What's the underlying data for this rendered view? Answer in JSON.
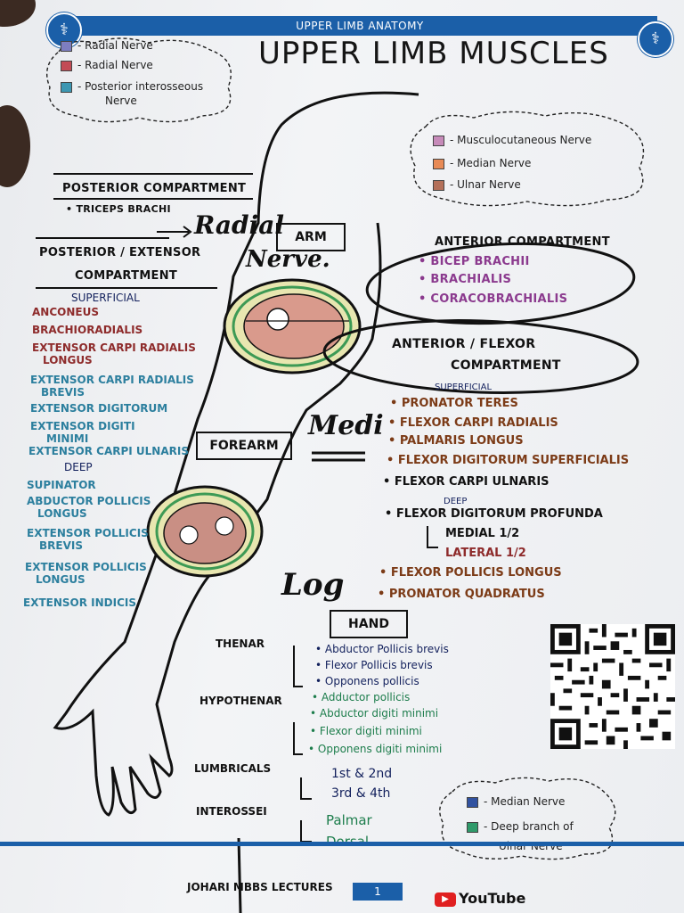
{
  "header": {
    "bar_title": "UPPER LIMB ANATOMY",
    "page_title": "UPPER LIMB MUSCLES"
  },
  "legend_left": [
    {
      "label": "- Radial Nerve",
      "color": "#7d7ec0"
    },
    {
      "label": "- Radial Nerve",
      "color": "#c24b55"
    },
    {
      "label": "- Posterior interosseous",
      "label2": "Nerve",
      "color": "#3d97b2"
    }
  ],
  "legend_right": [
    {
      "label": "- Musculocutaneous Nerve",
      "color": "#c68ab9"
    },
    {
      "label": "- Median Nerve",
      "color": "#e88a55"
    },
    {
      "label": "- Ulnar Nerve",
      "color": "#b4705a"
    }
  ],
  "legend_bottom": [
    {
      "label": "- Median Nerve",
      "color": "#3152a0"
    },
    {
      "label": "- Deep branch of",
      "label2": "Ulnar Nerve",
      "color": "#2f9a6a"
    }
  ],
  "arm": {
    "posterior_heading": "POSTERIOR COMPARTMENT",
    "posterior_items": [
      "• TRICEPS BRACHI"
    ],
    "anterior_heading": "ANTERIOR COMPARTMENT",
    "anterior_items": [
      "• BICEP BRACHII",
      "• BRACHIALIS",
      "• CORACOBRACHIALIS"
    ],
    "label": "ARM"
  },
  "forearm": {
    "label": "FOREARM",
    "posterior_heading_1": "POSTERIOR / EXTENSOR",
    "posterior_heading_2": "COMPARTMENT",
    "superficial": "SUPERFICIAL",
    "posterior_superficial": [
      "ANCONEUS",
      "BRACHIORADIALIS",
      "EXTENSOR CARPI RADIALIS",
      "LONGUS",
      "EXTENSOR CARPI RADIALIS",
      "BREVIS",
      "EXTENSOR DIGITORUM",
      "EXTENSOR DIGITI",
      "MINIMI",
      "EXTENSOR CARPI ULNARIS"
    ],
    "deep": "DEEP",
    "posterior_deep": [
      "SUPINATOR",
      "ABDUCTOR POLLICIS",
      "LONGUS",
      "EXTENSOR POLLICIS",
      "BREVIS",
      "EXTENSOR POLLICIS",
      "LONGUS",
      "EXTENSOR INDICIS"
    ],
    "anterior_heading_1": "ANTERIOR / FLEXOR",
    "anterior_heading_2": "COMPARTMENT",
    "anterior_superficial_label": "SUPERFICIAL",
    "anterior_superficial": [
      "• PRONATOR TERES",
      "• FLEXOR CARPI RADIALIS",
      "• PALMARIS LONGUS",
      "• FLEXOR DIGITORUM SUPERFICIALIS",
      "• FLEXOR CARPI ULNARIS"
    ],
    "anterior_deep_label": "DEEP",
    "anterior_deep": [
      "• FLEXOR DIGITORUM PROFUNDA",
      "MEDIAL 1/2",
      "LATERAL 1/2",
      "• FLEXOR POLLICIS LONGUS",
      "• PRONATOR QUADRATUS"
    ]
  },
  "hand": {
    "label": "HAND",
    "thenar": "THENAR",
    "thenar_items": [
      "• Abductor Pollicis brevis",
      "• Flexor Pollicis brevis",
      "• Opponens pollicis"
    ],
    "adductor": "• Adductor pollicis",
    "hypothenar": "HYPOTHENAR",
    "hypothenar_items": [
      "• Abductor digiti minimi",
      "• Flexor digiti minimi",
      "• Opponens digiti minimi"
    ],
    "lumbricals": "LUMBRICALS",
    "lumbricals_items": [
      "1st & 2nd",
      "3rd & 4th"
    ],
    "interossei": "INTEROSSEI",
    "interossei_items": [
      "Palmar",
      "Dorsal"
    ]
  },
  "annotations": {
    "radial": "Radial",
    "nerve": "Nerve.",
    "medi": "Medi",
    "log": "Log"
  },
  "footer": {
    "left": "JOHARI MBBS LECTURES",
    "page": "1",
    "youtube": "YouTube"
  }
}
